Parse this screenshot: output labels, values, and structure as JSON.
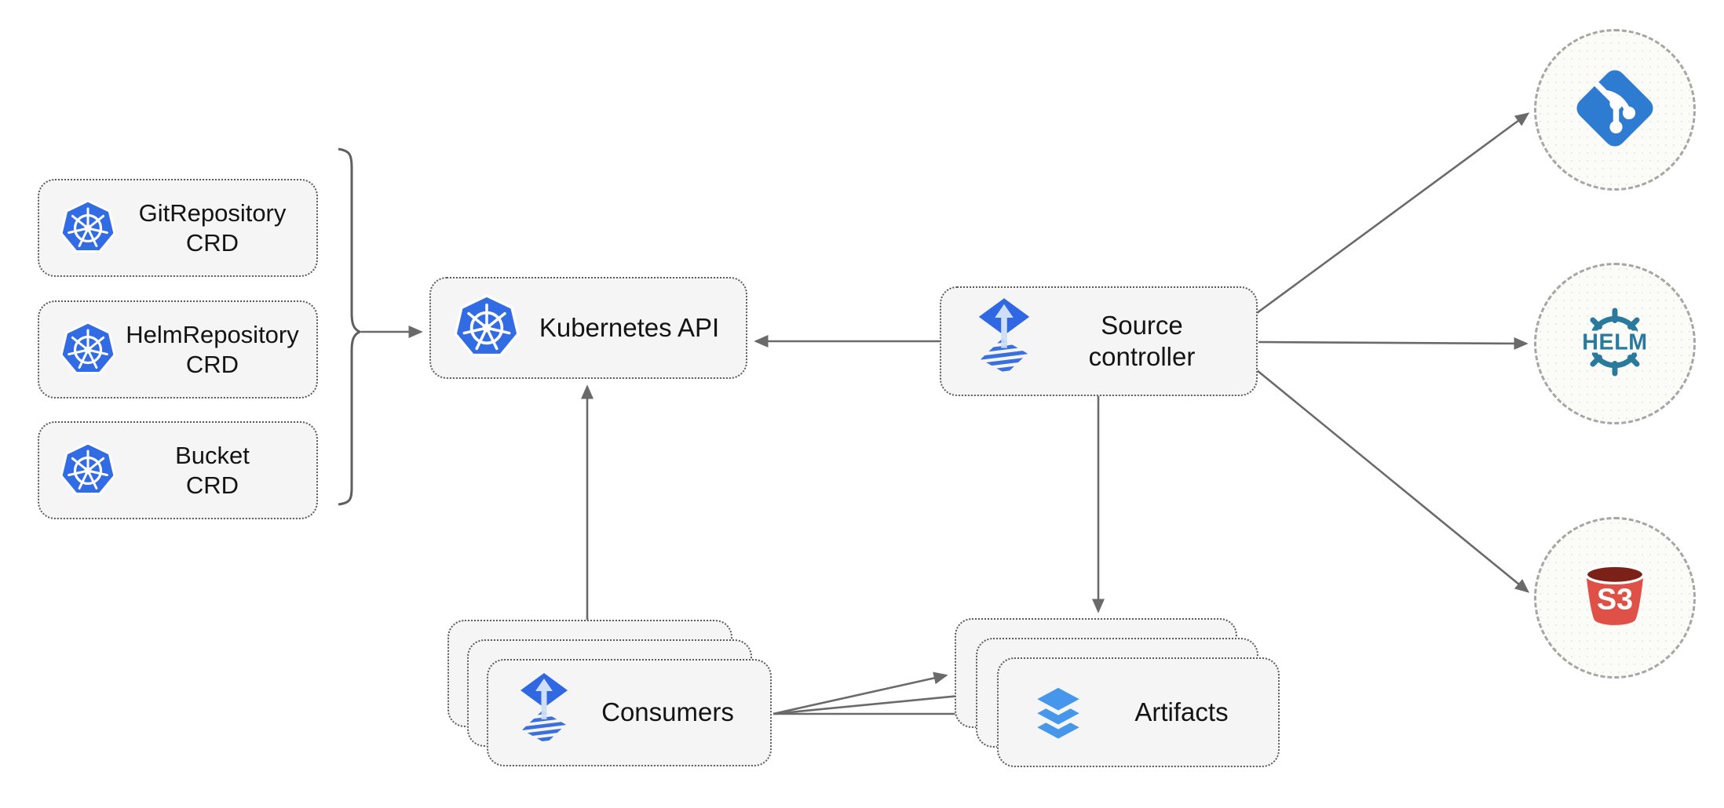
{
  "nodes": {
    "crds": [
      {
        "line1": "GitRepository",
        "line2": "CRD"
      },
      {
        "line1": "HelmRepository",
        "line2": "CRD"
      },
      {
        "line1": "Bucket",
        "line2": "CRD"
      }
    ],
    "kubernetes_api": {
      "label": "Kubernetes API"
    },
    "source_controller": {
      "line1": "Source",
      "line2": "controller"
    },
    "consumers": {
      "label": "Consumers"
    },
    "artifacts": {
      "label": "Artifacts"
    }
  },
  "external": {
    "helm": {
      "label": "HELM"
    },
    "s3": {
      "label": "S3"
    }
  },
  "colors": {
    "kubernetes_blue": "#326ce5",
    "flux_blue": "#3068e4",
    "flux_arrow_light": "#cfdff7",
    "git_blue": "#2e7bd2",
    "helm_teal": "#2a7a9e",
    "s3_red": "#df5146",
    "s3_dark_opening": "#7c2117",
    "layers_blue": "#4697ec",
    "edge_gray": "#6a6a6a",
    "box_fill": "#f5f5f5",
    "circle_fill": "#fbfbf7"
  }
}
